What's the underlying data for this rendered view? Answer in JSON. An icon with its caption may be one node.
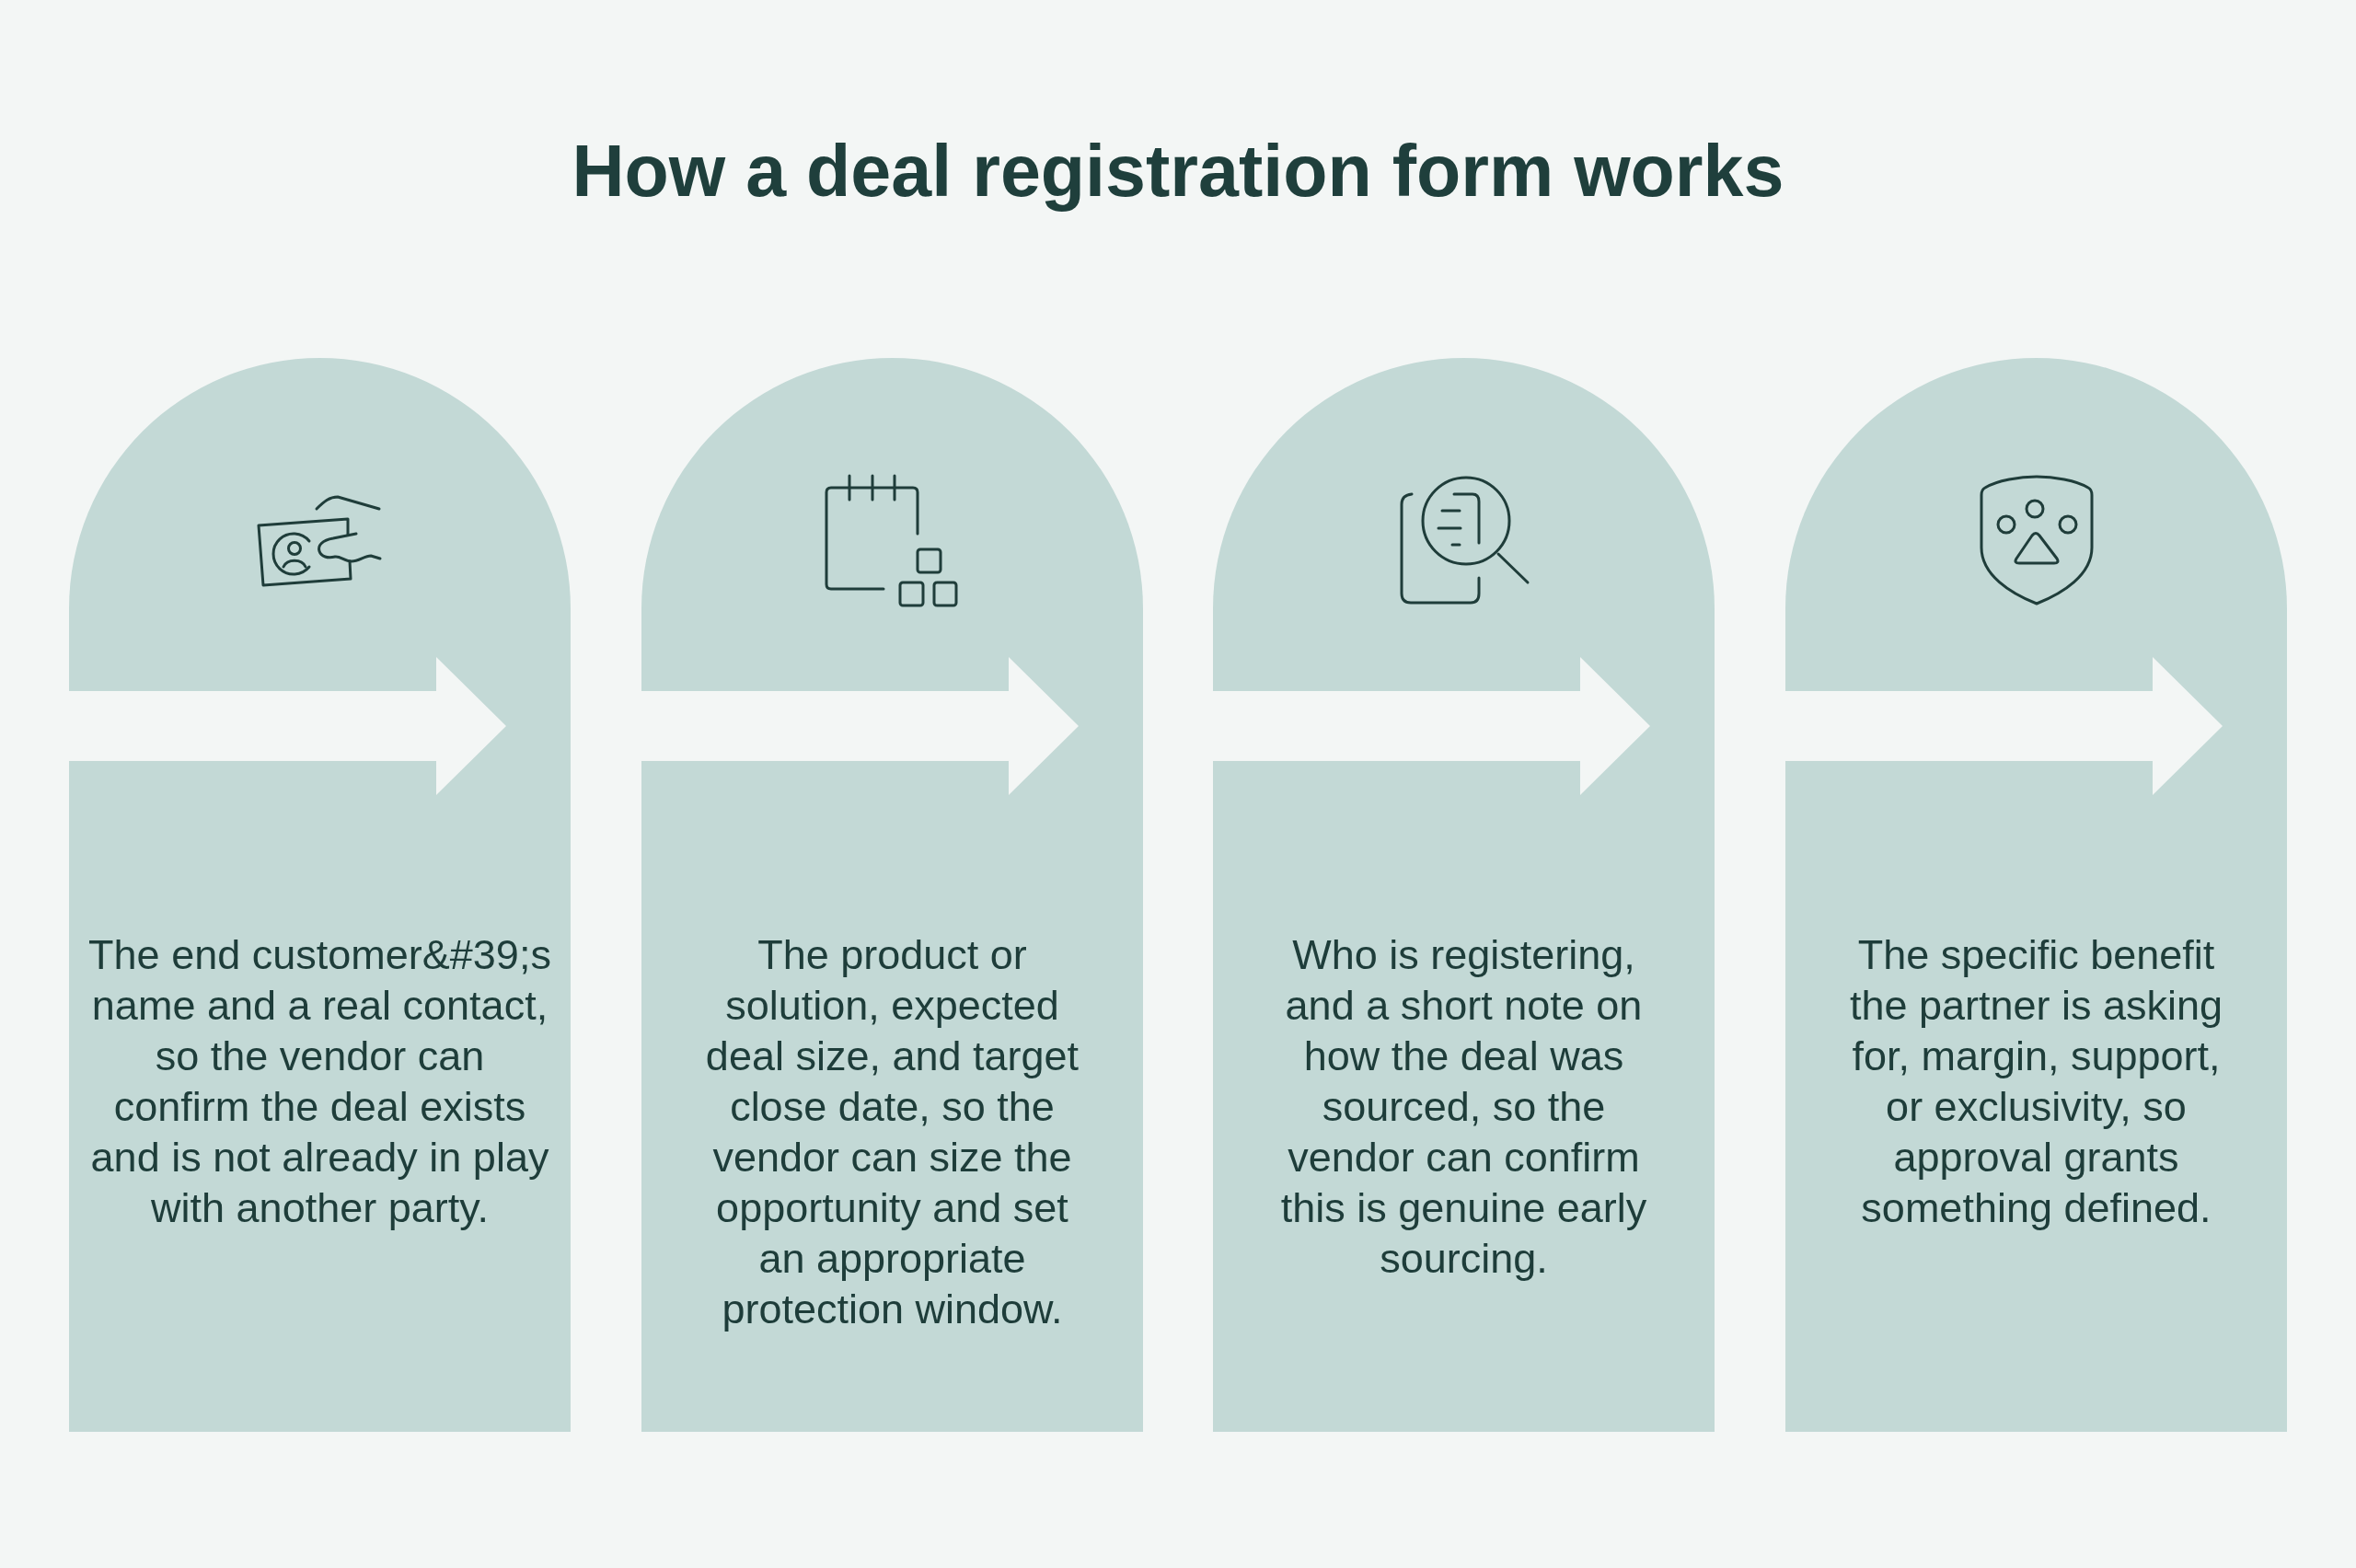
{
  "diagram": {
    "title": "How a deal registration form works",
    "nodes": [
      {
        "text": [
          "The end customer&#39;s name and a real contact, so the vendor can confirm the deal exists and is not already in play with another party."
        ]
      },
      {
        "text": [
          "The product or solution, expected deal size, and target close date, so the vendor can size the opportunity and set an appropriate protection window."
        ]
      },
      {
        "text": [
          "Who is registering, and a short note on how the deal was sourced, so the vendor can confirm this is genuine early sourcing."
        ]
      },
      {
        "text": [
          "The specific benefit the partner is asking for, margin, support, or exclusivity, so approval grants something defined."
        ]
      }
    ]
  }
}
